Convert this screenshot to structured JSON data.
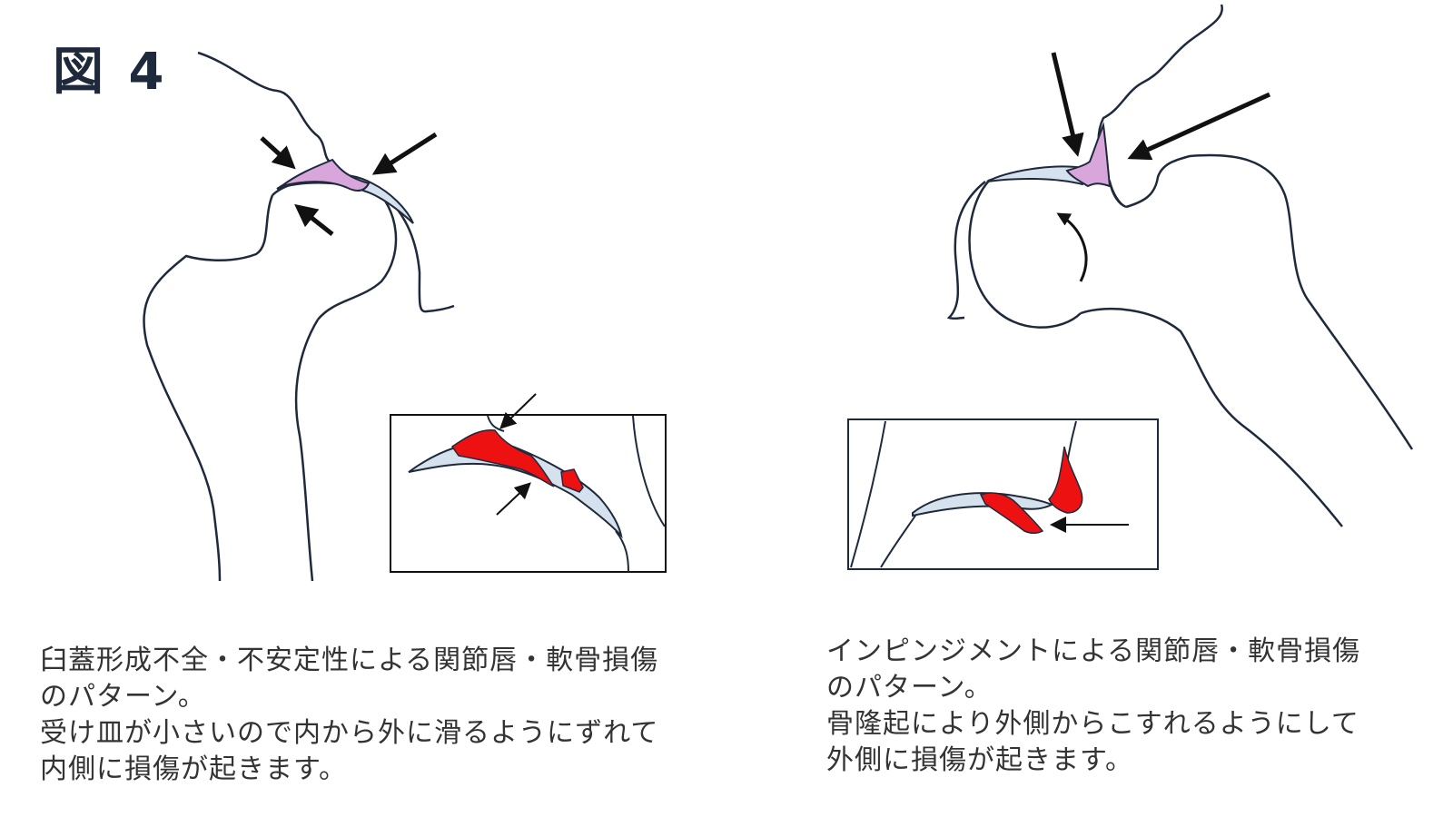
{
  "figure_label": "図 4",
  "captions": {
    "left": {
      "lines": [
        "臼蓋形成不全・不安定性による関節唇・軟骨損傷",
        "のパターン。",
        "受け皿が小さいので内から外に滑るようにずれて",
        "内側に損傷が起きます。"
      ]
    },
    "right": {
      "lines": [
        "インピンジメントによる関節唇・軟骨損傷",
        "のパターン。",
        "骨隆起により外側からこすれるようにして",
        "外側に損傷が起きます。"
      ]
    }
  },
  "colors": {
    "outline": "#1e2a3c",
    "cartilage": "#d5e1ec",
    "labrum": "#d8a6da",
    "damage": "#ee1111",
    "arrow": "#111111"
  }
}
